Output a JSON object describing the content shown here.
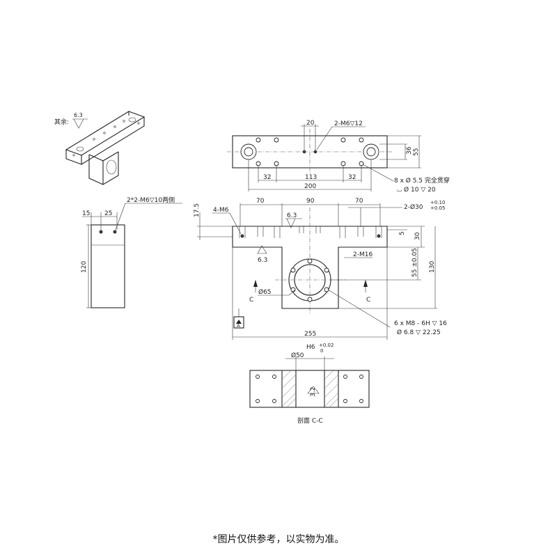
{
  "finish_note": {
    "prefix": "其余:",
    "roughness": "6.3"
  },
  "top_view": {
    "dims": [
      "20",
      "2-M6▽12",
      "113",
      "32",
      "32",
      "200",
      "36",
      "55"
    ],
    "note": [
      "8 x Ø 5.5 完全贯穿",
      "⌴ Ø 10 ▽ 20"
    ]
  },
  "side_view": {
    "dims": [
      "15",
      "25",
      "120"
    ],
    "note": "2*2-M6▽10两侧"
  },
  "front_view": {
    "dims": [
      "17.5",
      "70",
      "90",
      "70",
      "255",
      "130",
      "5",
      "30",
      "55 ±0.05"
    ],
    "labels": [
      "4-M6",
      "2-Ø30",
      "2-M16",
      "6.3",
      "6.3",
      "Ø65",
      "C",
      "C",
      "A"
    ],
    "tolerance": [
      "+0.10",
      "+0.05"
    ],
    "note": [
      "6 x  M8 - 6H ▽ 16",
      "Ø 6.8 ▽ 22.25"
    ]
  },
  "section_view": {
    "dims": [
      "Ø50",
      "H6"
    ],
    "tolerance": [
      "+0.02",
      "0"
    ],
    "roughness": "3.2",
    "caption": "剖面 C-C"
  },
  "disclaimer": "*图片仅供参考，以实物为准。"
}
